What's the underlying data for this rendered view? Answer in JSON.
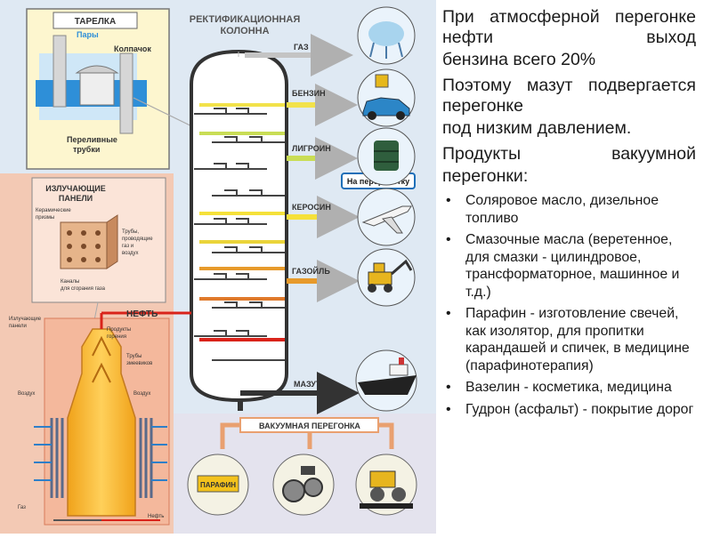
{
  "figure": {
    "plate_title": "ТАРЕЛКА",
    "plate_vapors": "Пары",
    "plate_cap": "Колпачок",
    "plate_tubes_1": "Переливные",
    "plate_tubes_2": "трубки",
    "column_title_1": "РЕКТИФИКАЦИОННАЯ",
    "column_title_2": "КОЛОННА",
    "gas": "ГАЗ",
    "benzin": "БЕНЗИН",
    "ligroin": "ЛИГРОИН",
    "recycling": "На переработку",
    "kerosin": "КЕРОСИН",
    "gazoil": "ГАЗОЙЛЬ",
    "mazut": "МАЗУТ",
    "neft": "НЕФТЬ",
    "vacuum": "ВАКУУМНАЯ ПЕРЕГОНКА",
    "parafin": "ПАРАФИН",
    "panels_title_1": "ИЗЛУЧАЮЩИЕ",
    "panels_title_2": "ПАНЕЛИ",
    "ceramic_1": "Керамические",
    "ceramic_2": "призмы",
    "pipes_1": "Трубы,",
    "pipes_2": "проводящие",
    "pipes_3": "газ и",
    "pipes_4": "воздух",
    "channels_1": "Каналы",
    "channels_2": "для сгорания газа",
    "radiant_1": "Излучающие",
    "radiant_2": "панели",
    "combustion_1": "Продукты",
    "combustion_2": "горения",
    "coil_1": "Трубы",
    "coil_2": "змеевиков",
    "air_left": "Воздух",
    "air_right": "Воздух",
    "gas_bottom": "Газ",
    "neft_bottom": "Нефть"
  },
  "text": {
    "p1_a": "При атмосферной перегонке нефти выход",
    "p1_b": "бензина всего 20%",
    "p2_a": "Поэтому мазут подвергается перегонке",
    "p2_b": "под низким давлением.",
    "p3_a": "Продукты вакуумной",
    "p3_b": "перегонки:",
    "bullets": [
      "Соляровое масло, дизельное топливо",
      "Смазочные масла (веретенное, для смазки - цилиндровое, трансформаторное, машинное и т.д.)",
      "Парафин - изготовление свечей, как изолятор, для пропитки карандашей и спичек, в медицине (парафинотерапия)",
      "Вазелин - косметика, медицина",
      "Гудрон (асфальт) - покрытие дорог"
    ]
  },
  "colors": {
    "background_left": "#f3c9b4",
    "background_right": "#cfe3f2",
    "column": "#ffffff",
    "vacuum_panel": "#e3e3ee",
    "gas_line": "#bfbfbf",
    "benzin_line": "#f2e24a",
    "ligroin_line": "#c9dd55",
    "kerosin_line": "#f5e13a",
    "gazoil_line": "#e79a2b",
    "mazut_line": "#333333",
    "heat": "#f1a81f",
    "heat_red": "#d9231a",
    "plate_blue": "#2e8fd8"
  }
}
